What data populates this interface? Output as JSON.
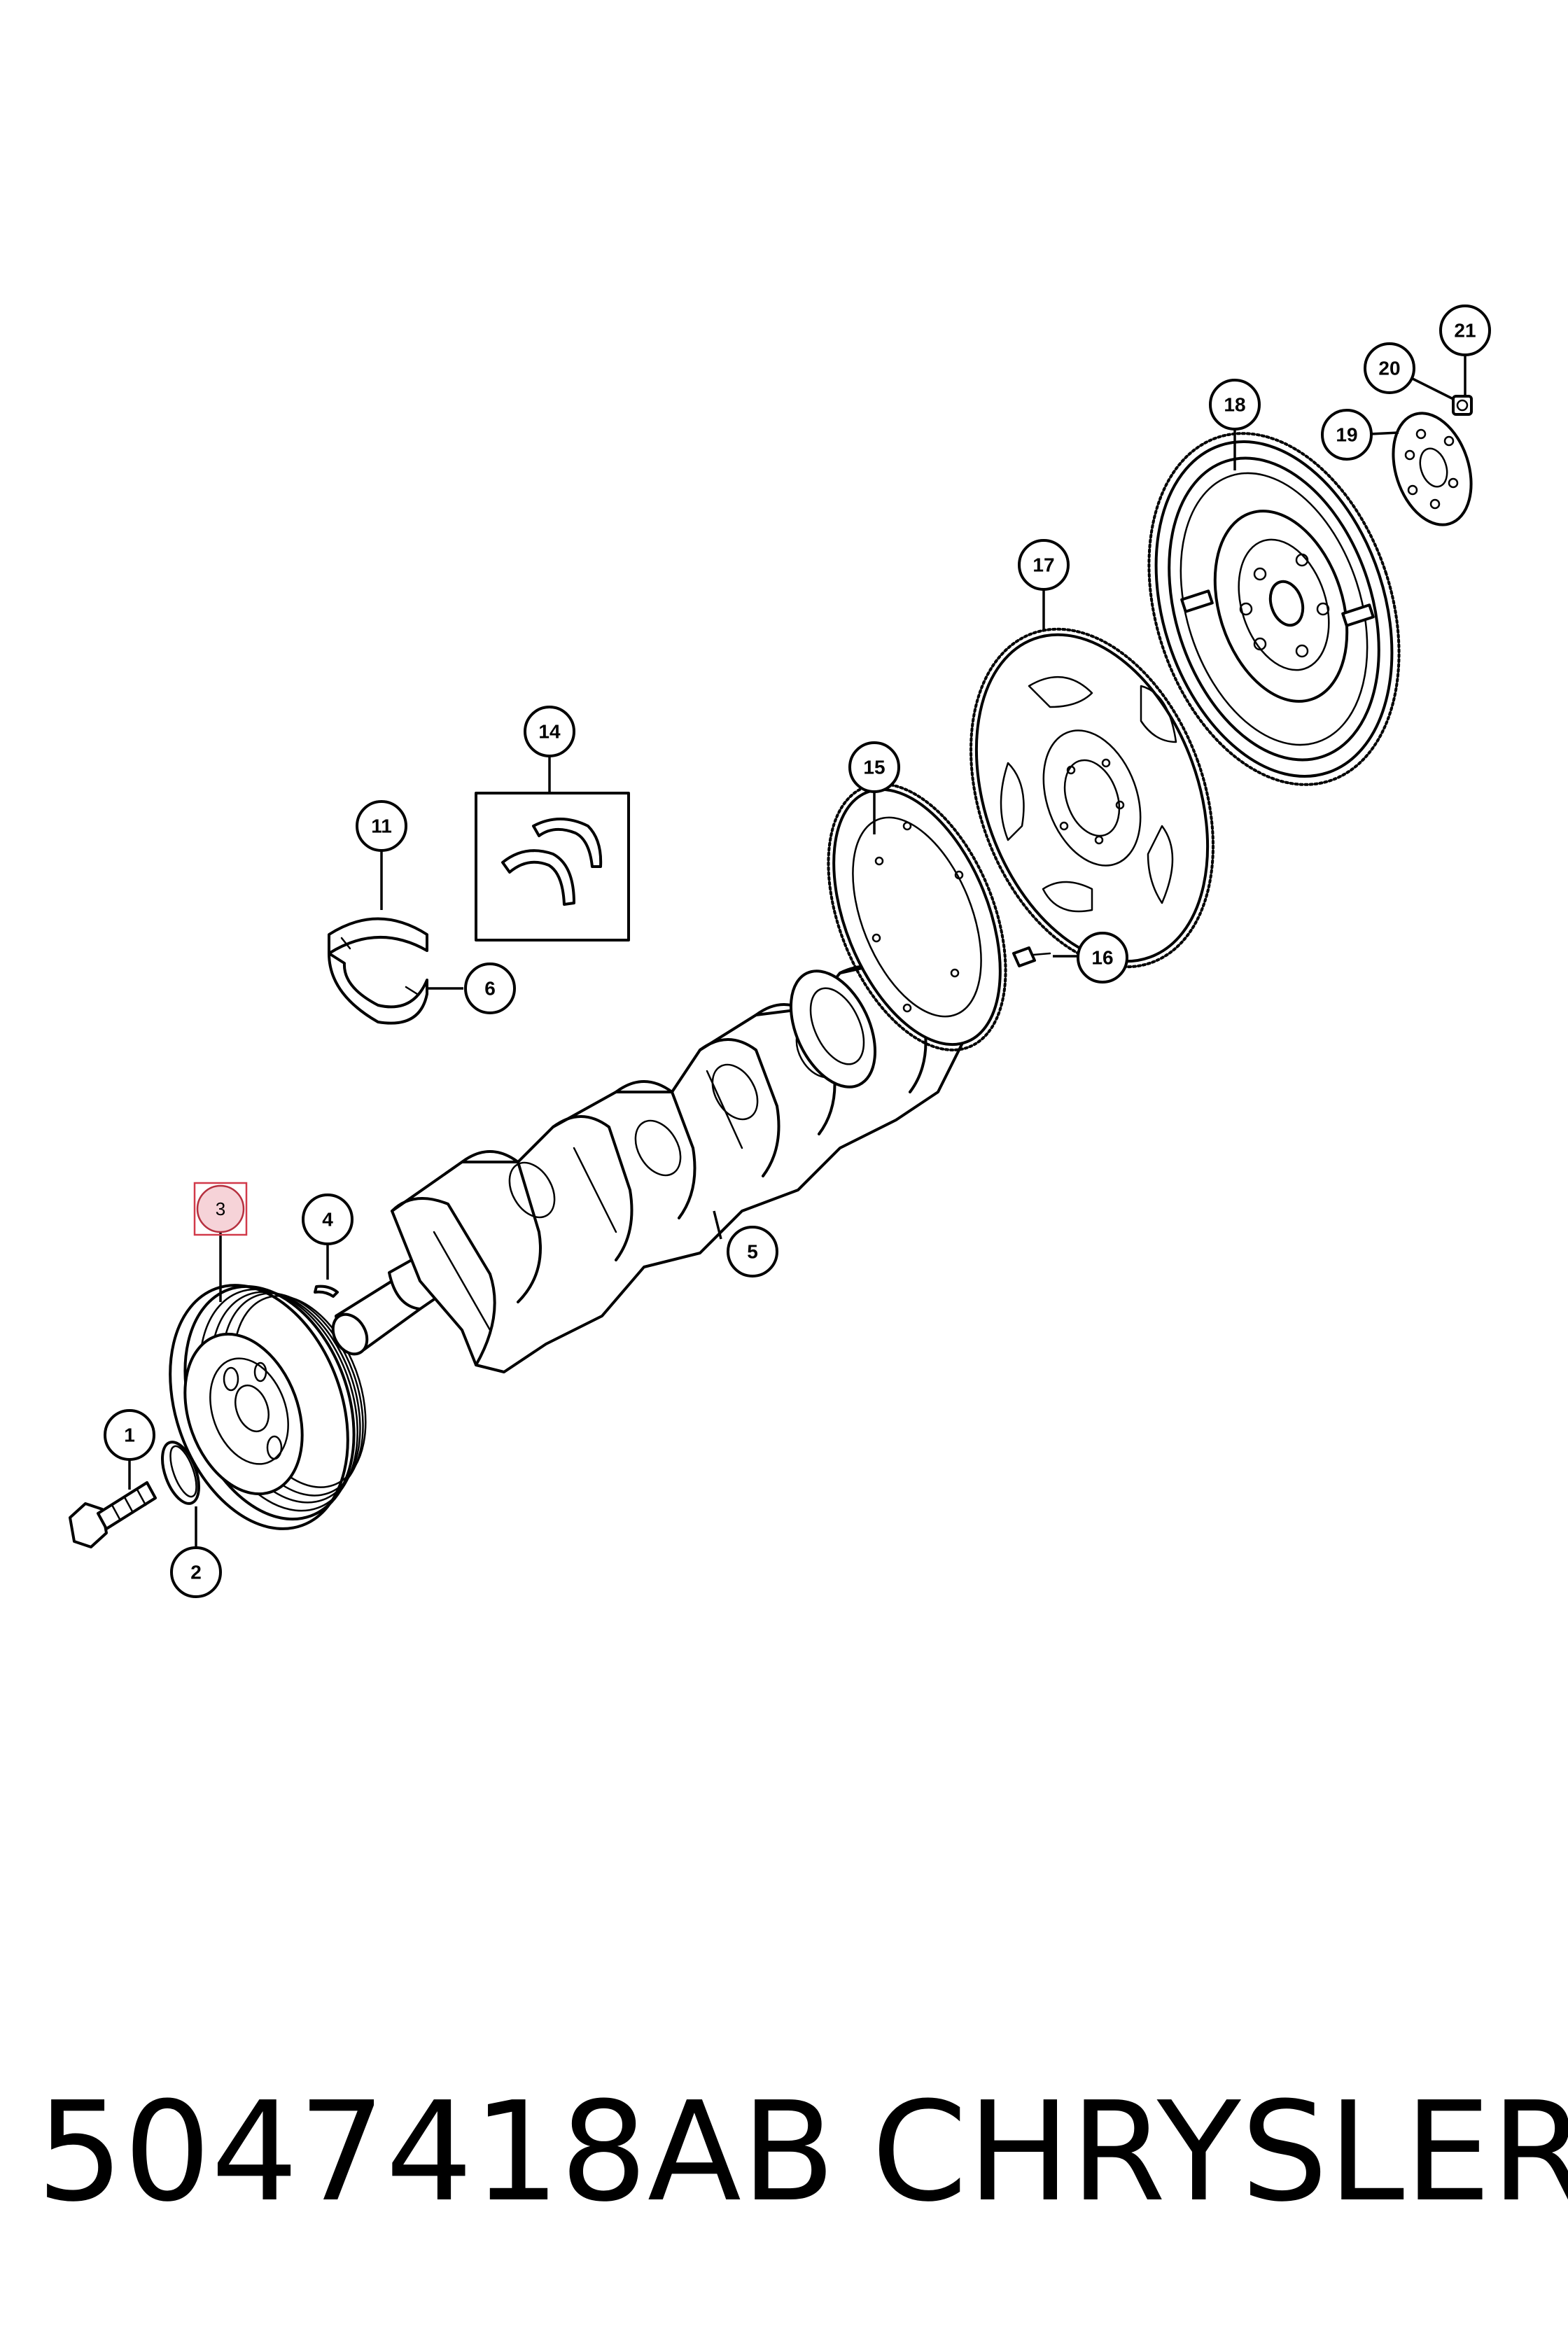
{
  "callouts": {
    "c1": "1",
    "c2": "2",
    "c3": "3",
    "c4": "4",
    "c5": "5",
    "c6": "6",
    "c11": "11",
    "c14": "14",
    "c15": "15",
    "c16": "16",
    "c17": "17",
    "c18": "18",
    "c19": "19",
    "c20": "20",
    "c21": "21"
  },
  "highlighted_callout": "3",
  "footer": {
    "part_number": "5047418AB",
    "brand": "CHRYSLER"
  },
  "colors": {
    "highlight_fill": "#f6d3d8",
    "highlight_stroke": "#d23a4a",
    "line": "#000000"
  }
}
